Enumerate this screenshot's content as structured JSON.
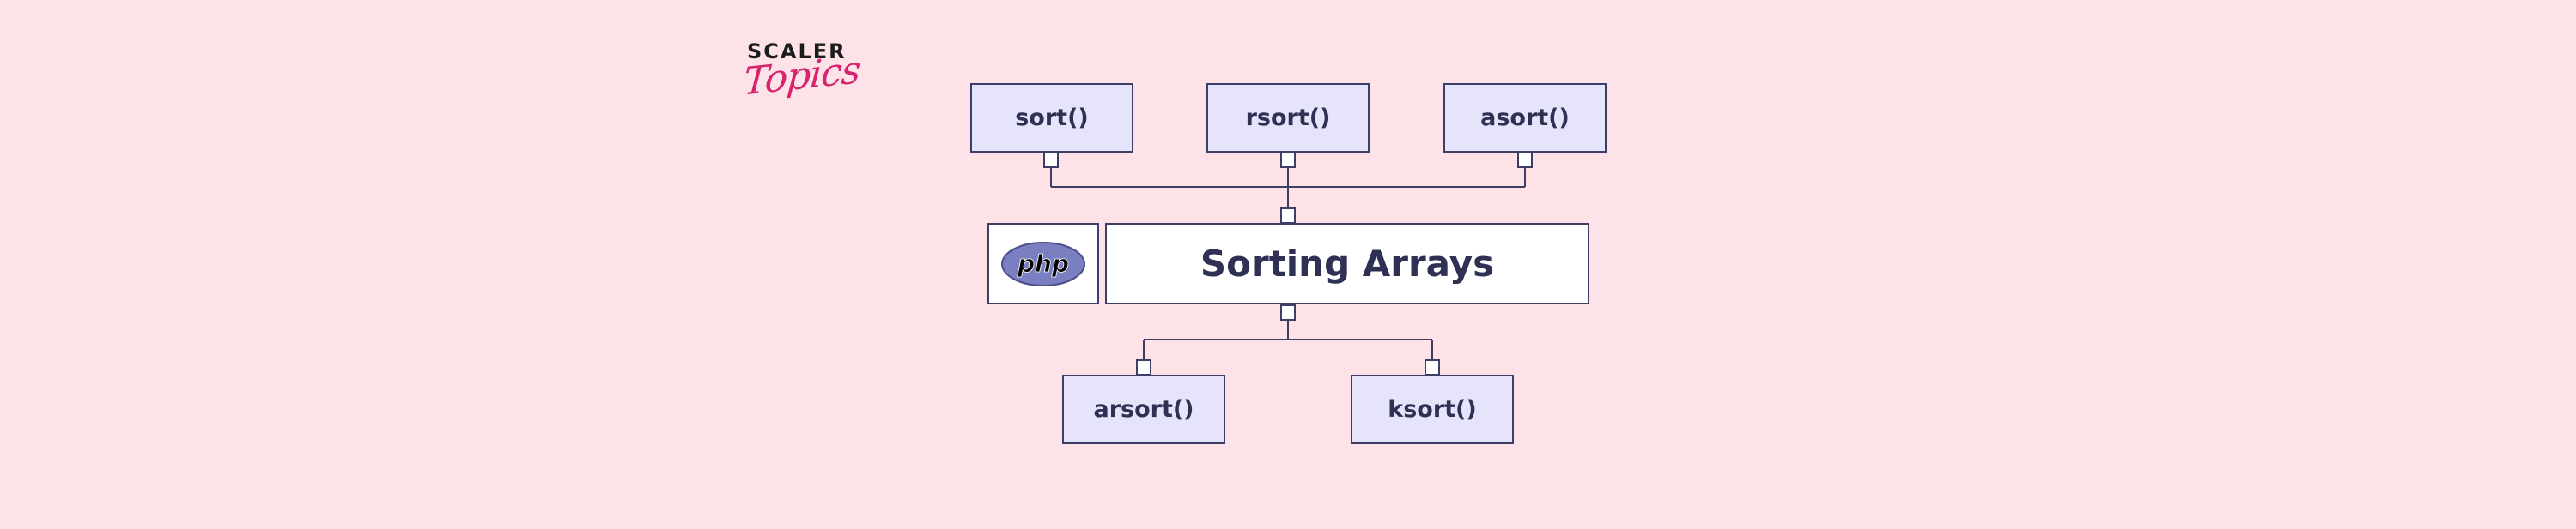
{
  "brand": {
    "top": "SCALER",
    "bottom": "Topics"
  },
  "diagram": {
    "center": "Sorting Arrays",
    "logo_text": "php",
    "top_nodes": [
      "sort()",
      "rsort()",
      "asort()"
    ],
    "bottom_nodes": [
      "arsort()",
      "ksort()"
    ]
  },
  "colors": {
    "background": "#fde3e8",
    "node_fill": "#e6e4fb",
    "node_border": "#3b3f66",
    "text": "#2e3054",
    "brand_accent": "#d6246e",
    "php_logo": "#7a7fc2"
  }
}
